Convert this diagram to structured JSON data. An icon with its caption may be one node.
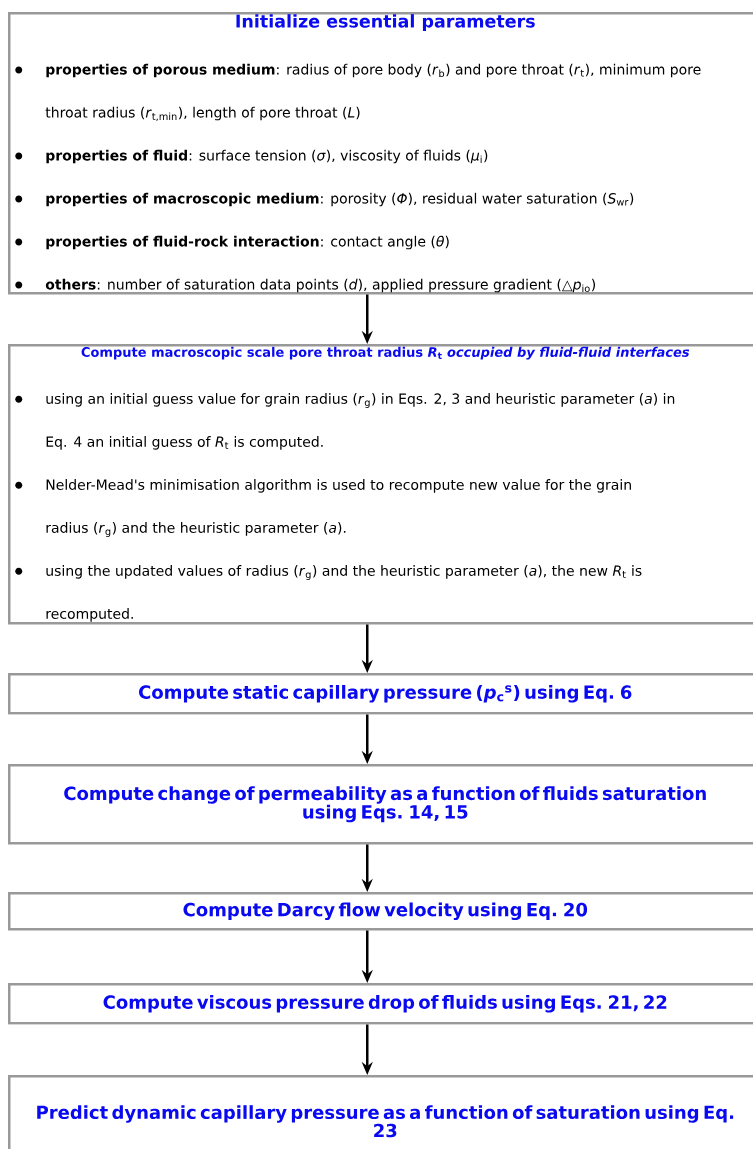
{
  "diagram": {
    "nodes": [
      {
        "text": [
          "Initialize essential parameters",
          "**properties of porous medium**: radius of pore body (*r*$_{b}$) and pore throat (*r*$_{t}$), minimum pore throat radius (*r*$_{t,min}$), length of pore throat (*L*)",
          "**properties of fluid**: surface tension (*σ*), viscosity of fluids (*μ*$_{i}$)",
          "**properties of macroscopic medium**: porosity (*Φ*), residual water saturation (*S*$_{wr}$)",
          "**properties of fluid-rock interaction**: contact angle (*θ*)",
          "**others**: number of saturation data points (*d*), applied pressure gradient (△*p*$_{io}$)"
        ]
      },
      {
        "text": [
          "Compute macroscopic scale pore throat radius *R*$_{t}$ *occupied by fluid-fluid interfaces*",
          "using an initial guess value for grain radius (*r*$_{g}$) in Eqs. 2, 3 and heuristic parameter (*a*) in Eq. 4 an initial guess of *R*$_{t}$ is computed.",
          "Nelder-Mead's minimisation algorithm is used to recompute new value for the grain radius (*r*$_{g}$) and the heuristic parameter (*a*).",
          "using the updated values of radius (*r*$_{g}$) and the heuristic parameter (*a*), the new *R*$_{t}$ is recomputed."
        ]
      },
      {
        "text": [
          "Compute static capillary pressure (*p*$_{c}$$^{s}$) using Eq. 6"
        ]
      },
      {
        "text": [
          "Compute change of permeability as a function of fluids saturation using Eqs. 14, 15"
        ]
      },
      {
        "text": [
          "Compute Darcy flow velocity using Eq. 20"
        ]
      },
      {
        "text": [
          "Compute viscous pressure drop of fluids using Eqs. 21, 22"
        ]
      },
      {
        "text": [
          "Predict dynamic capillary pressure as a function of saturation using Eq. 23"
        ]
      }
    ],
    "edges": [
      {
        "from": 0,
        "to": 1,
        "arrow": "to"
      },
      {
        "from": 1,
        "to": 2,
        "arrow": "to"
      },
      {
        "from": 2,
        "to": 3,
        "arrow": "to"
      },
      {
        "from": 3,
        "to": 4,
        "arrow": "to"
      },
      {
        "from": 4,
        "to": 5,
        "arrow": "to"
      },
      {
        "from": 5,
        "to": 6,
        "arrow": "to"
      }
    ]
  }
}
